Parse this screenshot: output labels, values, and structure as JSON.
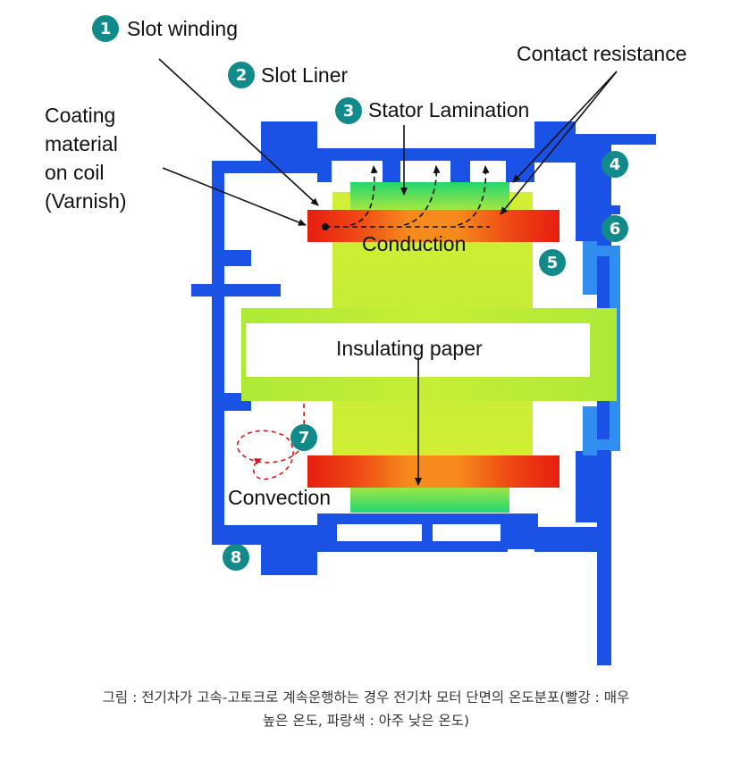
{
  "labels": {
    "slot_winding": "Slot winding",
    "slot_liner": "Slot Liner",
    "stator_lamination": "Stator Lamination",
    "contact_resistance": "Contact resistance",
    "coating_line1": "Coating",
    "coating_line2": "material",
    "coating_line3": "on coil",
    "coating_line4": "(Varnish)",
    "conduction": "Conduction",
    "insulating_paper": "Insulating paper",
    "convection": "Convection"
  },
  "markers": [
    "1",
    "2",
    "3",
    "4",
    "5",
    "6",
    "7",
    "8"
  ],
  "caption": {
    "line1": "그림 : 전기차가 고속-고토크로 계속운행하는 경우 전기차 모터 단면의 온도분포(빨강 : 매우",
    "line2": "높은 온도, 파랑색 : 아주 낮은 온도)"
  },
  "colors": {
    "housing_blue": "#1a52e6",
    "light_blue": "#2f8ef0",
    "teal_marker": "#138a8a",
    "hot_red": "#e8200e",
    "warm_orange": "#f5881a",
    "core_yellow_green": "#c9ef2e",
    "cool_green": "#28d86a"
  }
}
